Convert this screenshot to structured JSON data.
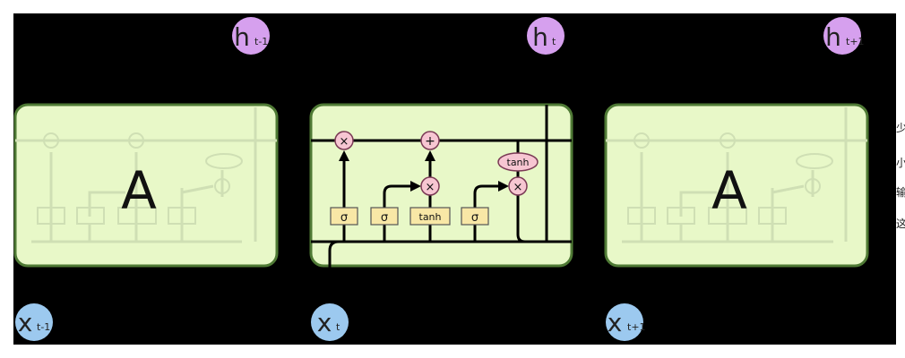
{
  "outputs": [
    {
      "main": "h",
      "sub": "t-1"
    },
    {
      "main": "h",
      "sub": "t"
    },
    {
      "main": "h",
      "sub": "t+1"
    }
  ],
  "inputs": [
    {
      "main": "x",
      "sub": "t-1"
    },
    {
      "main": "x",
      "sub": "t"
    },
    {
      "main": "x",
      "sub": "t+1"
    }
  ],
  "cells": {
    "left_label": "A",
    "right_label": "A"
  },
  "gates": {
    "sigma": "σ",
    "tanh": "tanh",
    "multiply": "×",
    "add": "+"
  },
  "side_chars": [
    "少",
    "小",
    "输",
    "这"
  ],
  "colors": {
    "background": "#000000",
    "cell_fill": "#e8f8c8",
    "cell_border": "#4f7a35",
    "gate_fill": "#f8e7a6",
    "op_fill": "#f7c6d2",
    "h_circle": "#d6a0ee",
    "x_circle": "#9cc9ef"
  }
}
